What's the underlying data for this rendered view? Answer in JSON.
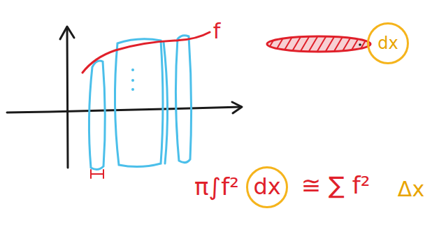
{
  "diagram": {
    "nodes": [
      {
        "text": [
          "dx"
        ]
      },
      {
        "text": [
          "dx"
        ]
      }
    ],
    "labels": [
      "f",
      "π∫f²",
      "≅ ∑ f²",
      "Δx"
    ]
  }
}
